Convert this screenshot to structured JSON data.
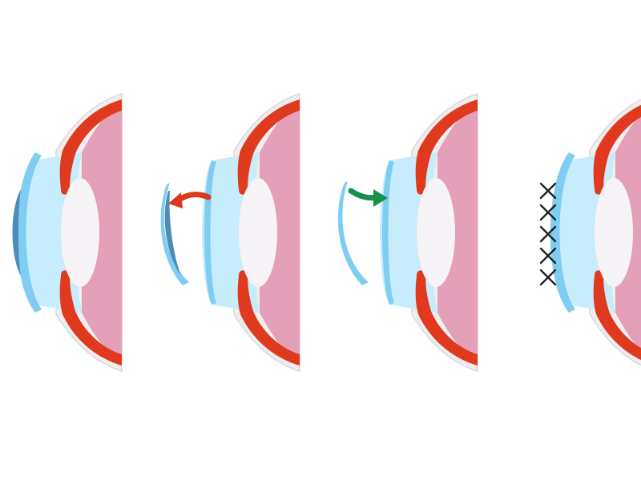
{
  "diagram": {
    "type": "eye-cross-section-sequence",
    "panels": [
      {
        "id": "diseased-cornea",
        "state": "scarred cornea in place"
      },
      {
        "id": "cornea-removed",
        "state": "cornea removed",
        "arrow": "out"
      },
      {
        "id": "donor-placed",
        "state": "donor cornea inserted",
        "arrow": "in"
      },
      {
        "id": "cornea-sutured",
        "state": "new cornea sutured",
        "suture_marks": 5
      }
    ],
    "colors": {
      "sclera": "#f1eef0",
      "sclera_edge": "#dcd6da",
      "choroid": "#e03a1e",
      "vitreous": "#e4a0b8",
      "aqueous": "#c7ecfb",
      "cornea": "#7fcdf2",
      "cornea_scar": "#4b8db8",
      "lens": "#f6f4f6",
      "arrow_remove": "#d83a1e",
      "arrow_insert": "#17914a",
      "suture": "#222222"
    }
  }
}
